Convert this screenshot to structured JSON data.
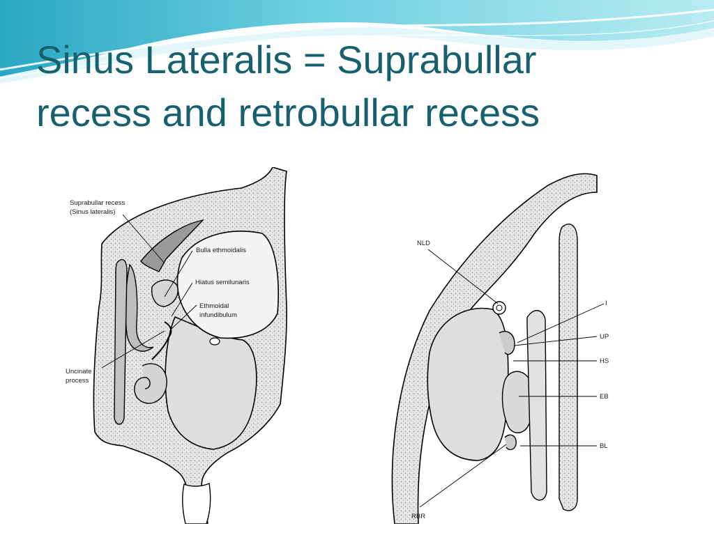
{
  "slide": {
    "title_line1": "Sinus Lateralis = Suprabullar",
    "title_line2": "recess and retrobullar recess",
    "title_color": "#17606e",
    "accent_color": "#5cc6d8"
  },
  "left_figure": {
    "labels": {
      "suprabullar_recess_1": "Suprabullar recess",
      "suprabullar_recess_2": "(Sinus lateralis)",
      "bulla_ethmoidalis": "Bulla ethmoidalis",
      "hiatus_semilunaris": "Hiatus semilunaris",
      "ethmoidal_infundibulum_1": "Ethmoidal",
      "ethmoidal_infundibulum_2": "infundibulum",
      "uncinate_process_1": "Uncinate",
      "uncinate_process_2": "process"
    }
  },
  "right_figure": {
    "labels": {
      "nld": "NLD",
      "i": "I",
      "up": "UP",
      "hs": "HS",
      "eb": "EB",
      "bl": "BL",
      "rbr": "RBR"
    }
  }
}
